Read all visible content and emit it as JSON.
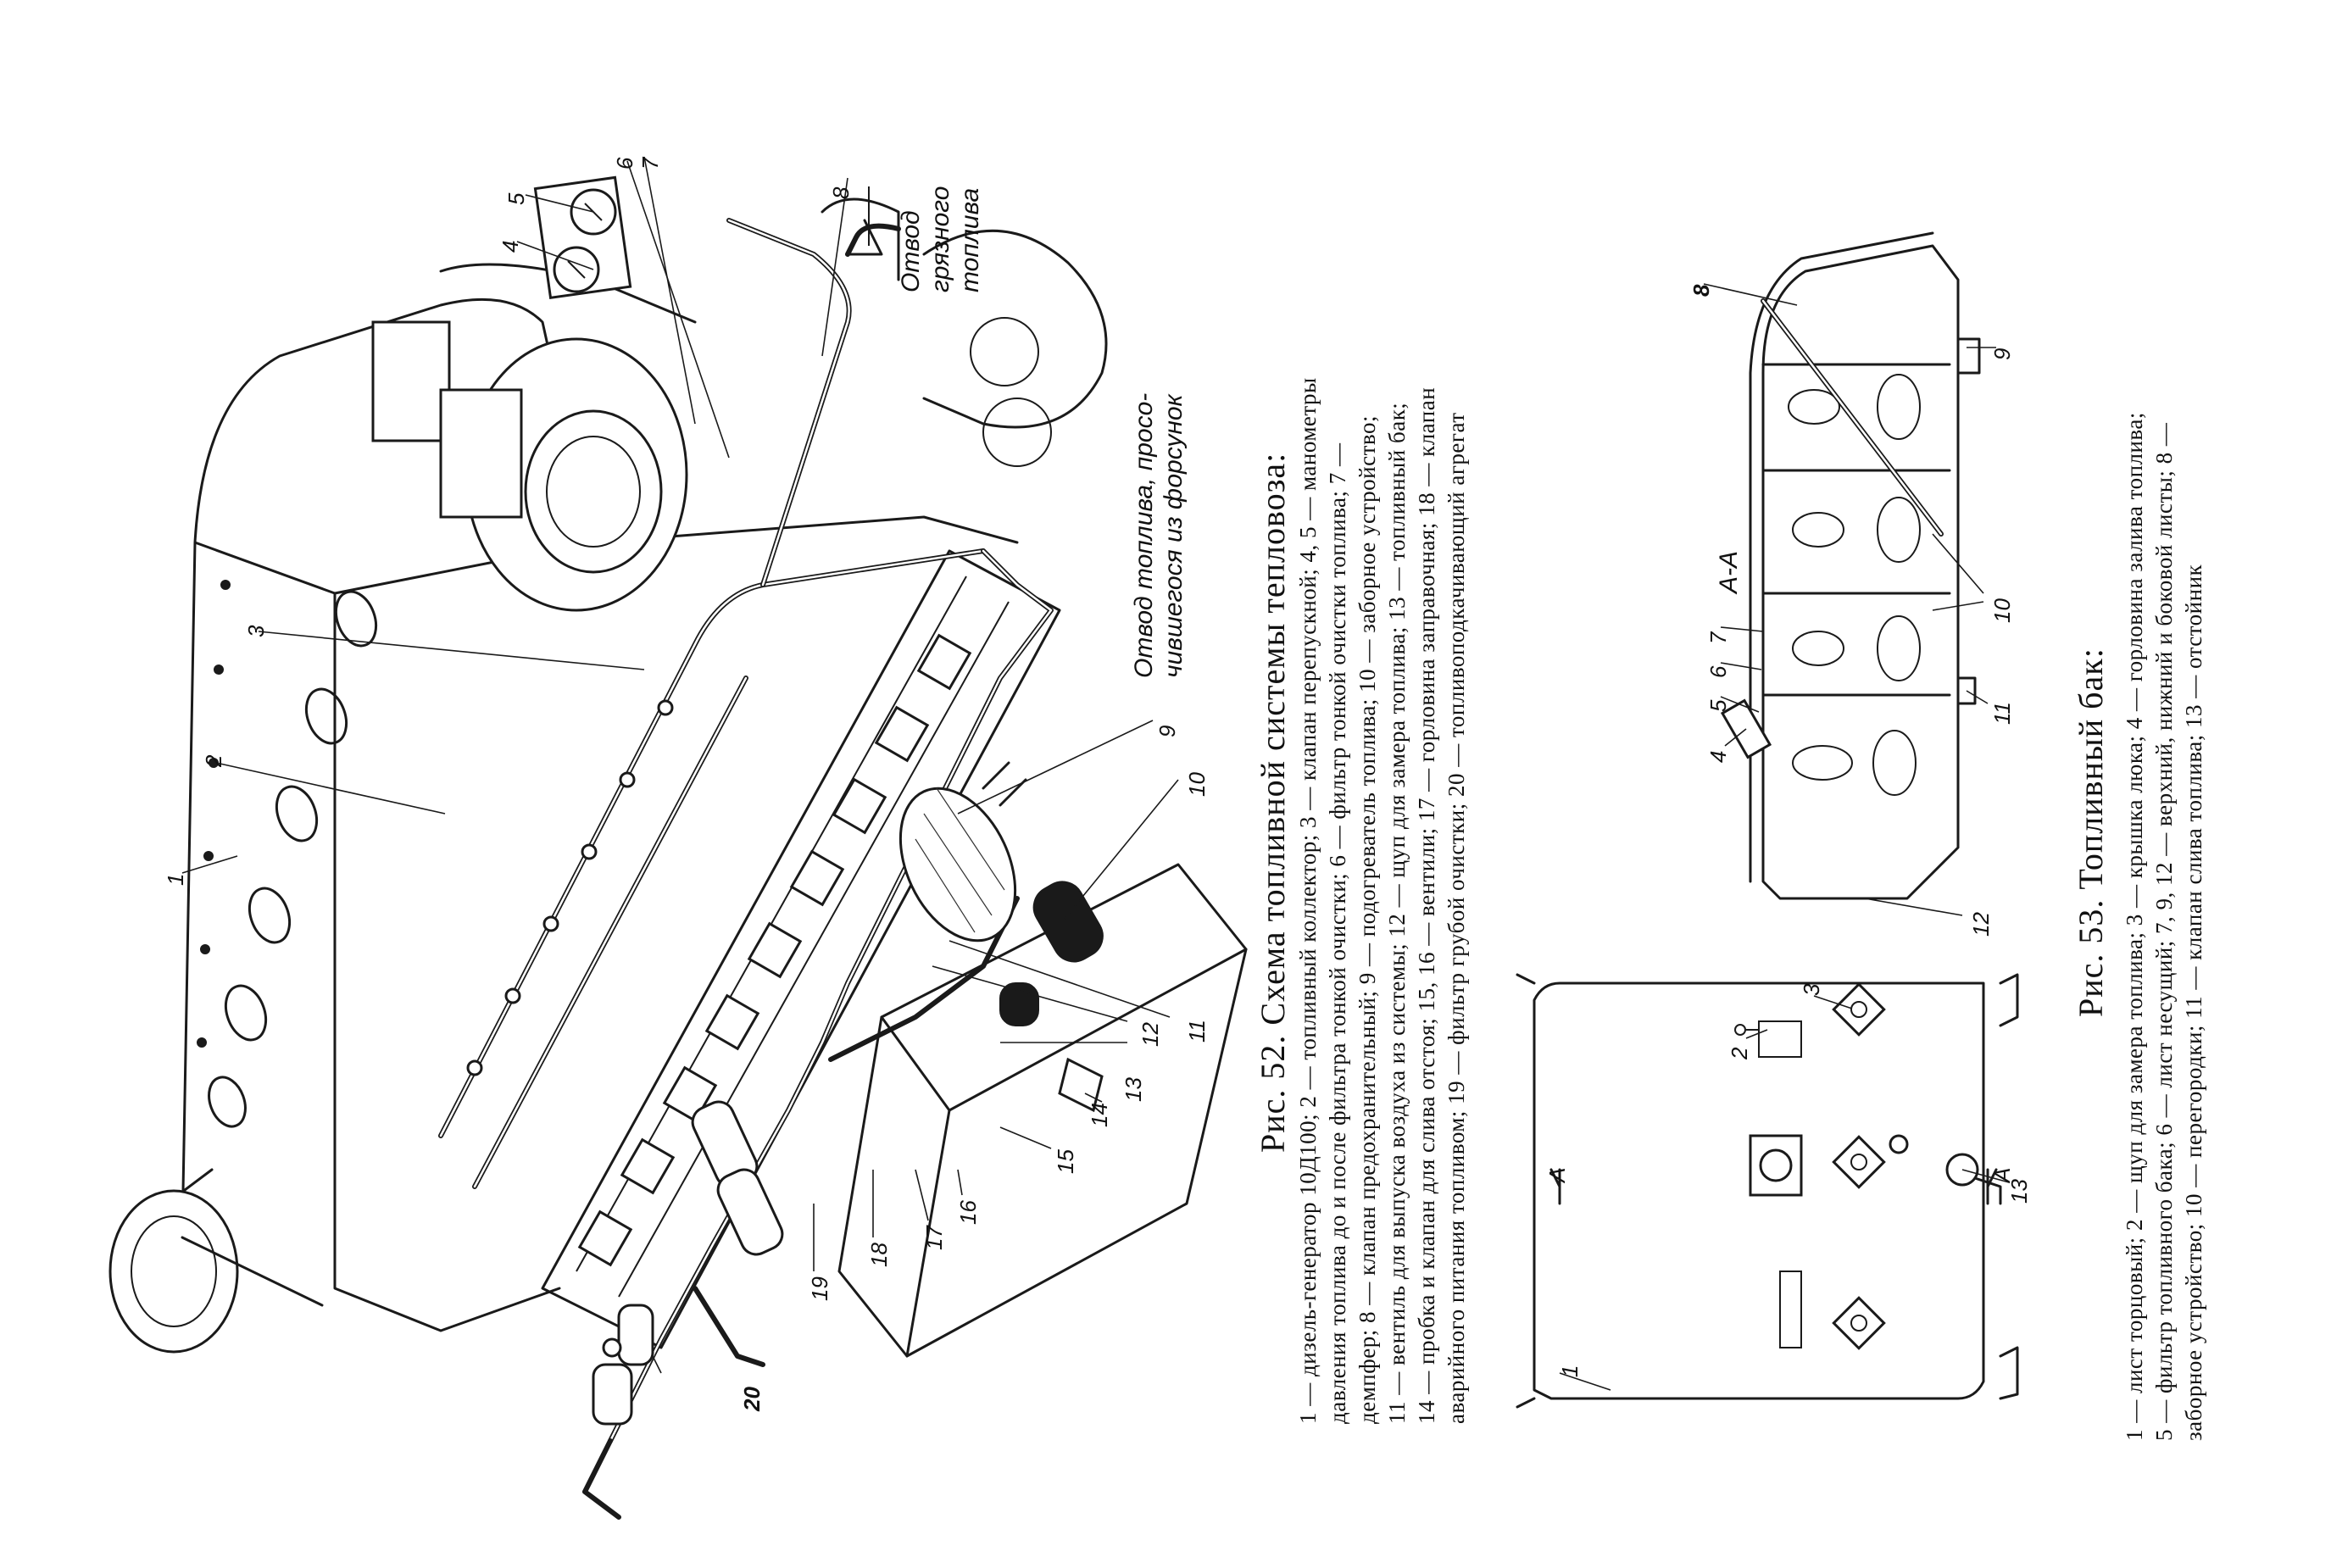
{
  "fig52": {
    "title": "Рис. 52. Схема топливной системы тепловоза:",
    "legend_lines": [
      "1 — дизель-генератор 10Д100; 2 — топливный коллектор; 3 — клапан перепускной; 4, 5 — манометры",
      "давления топлива до и после фильтра тонкой очистки; 6 — фильтр тонкой очистки топлива; 7 —",
      "демпфер; 8 — клапан предохранительный; 9 — подогреватель топлива; 10 — заборное устройство;",
      "11 — вентиль для выпуска воздуха из системы; 12 — щуп для замера топлива; 13 — топливный бак;",
      "14 — пробка и клапан для слива отстоя; 15, 16 — вентили; 17 — горловина заправочная; 18 — клапан",
      "аварийного питания топливом; 19 — фильтр грубой очистки; 20 — топливоподкачивающий агрегат"
    ],
    "callout_drain_line1": "Отвод",
    "callout_drain_line2": "грязного",
    "callout_drain_line3": "топлива",
    "callout_return_line1": "Отвод топлива, просо-",
    "callout_return_line2": "чившегося из форсунок",
    "labels": [
      "1",
      "2",
      "3",
      "4",
      "5",
      "6",
      "7",
      "8",
      "9",
      "10",
      "11",
      "12",
      "13",
      "14",
      "15",
      "16",
      "17",
      "18",
      "19",
      "20"
    ]
  },
  "fig53": {
    "title": "Рис. 53. Топливный бак:",
    "legend_lines": [
      "1 — лист торцовый; 2 — щуп для замера топлива; 3 — крышка люка; 4 — горловина залива топлива;",
      "5 — фильтр топливного бака; 6 — лист несущий; 7, 9, 12 — верхний, нижний и боковой листы; 8 —",
      "заборное устройство; 10 — перегородки; 11 — клапан слива топлива; 13 — отстойник"
    ],
    "section_label": "А-А",
    "section_mark_a": "А",
    "plan_labels": [
      "1",
      "2",
      "3",
      "13"
    ],
    "section_labels": [
      "4",
      "5",
      "6",
      "7",
      "8",
      "9",
      "10",
      "11",
      "12"
    ]
  }
}
